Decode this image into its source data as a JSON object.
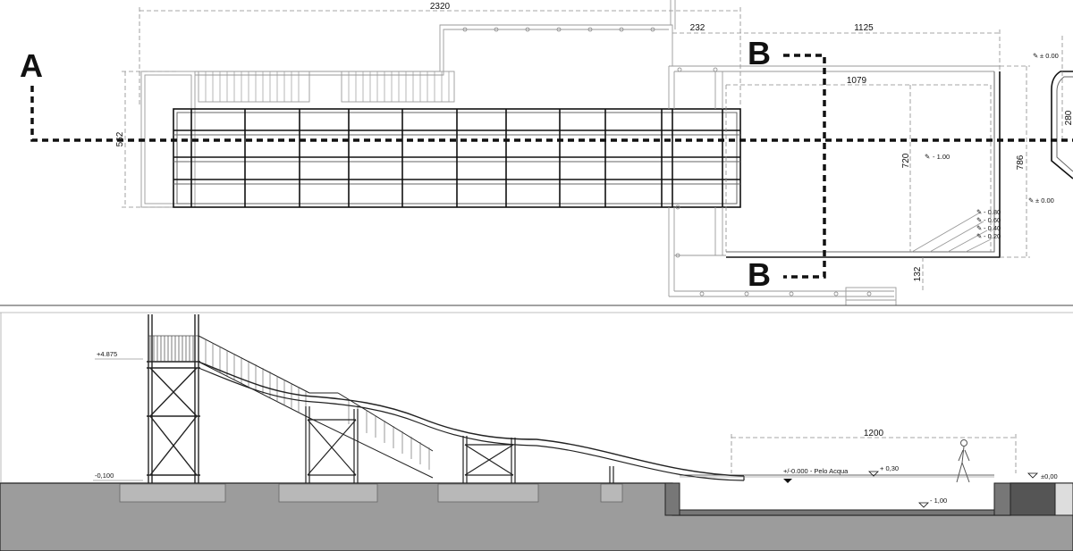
{
  "section_labels": {
    "a": "A",
    "b_top": "B",
    "b_bottom": "B"
  },
  "plan_dimensions": {
    "overall_length": "2320",
    "link_width": "232",
    "pool_length_outer": "1125",
    "pool_length_inner": "1079",
    "slide_width": "562",
    "pool_width_inner": "720",
    "pool_width_outer": "786",
    "bottom_offset": "132",
    "right_width": "280"
  },
  "plan_levels": {
    "top_right": "± 0.00",
    "right": "± 0.00",
    "pool_floor": "- 1.00",
    "steps": [
      "- 0.80",
      "- 0.60",
      "- 0.40",
      "- 0.20"
    ]
  },
  "section_levels": {
    "tower_top": "+4.875",
    "ground": "-0,100",
    "water": "+/-0.000 - Pelo Acqua",
    "water_mark": "+ 0,30",
    "pool_bottom": "- 1,00",
    "edge": "±0,00"
  },
  "section_dimensions": {
    "pool_length": "1200"
  }
}
